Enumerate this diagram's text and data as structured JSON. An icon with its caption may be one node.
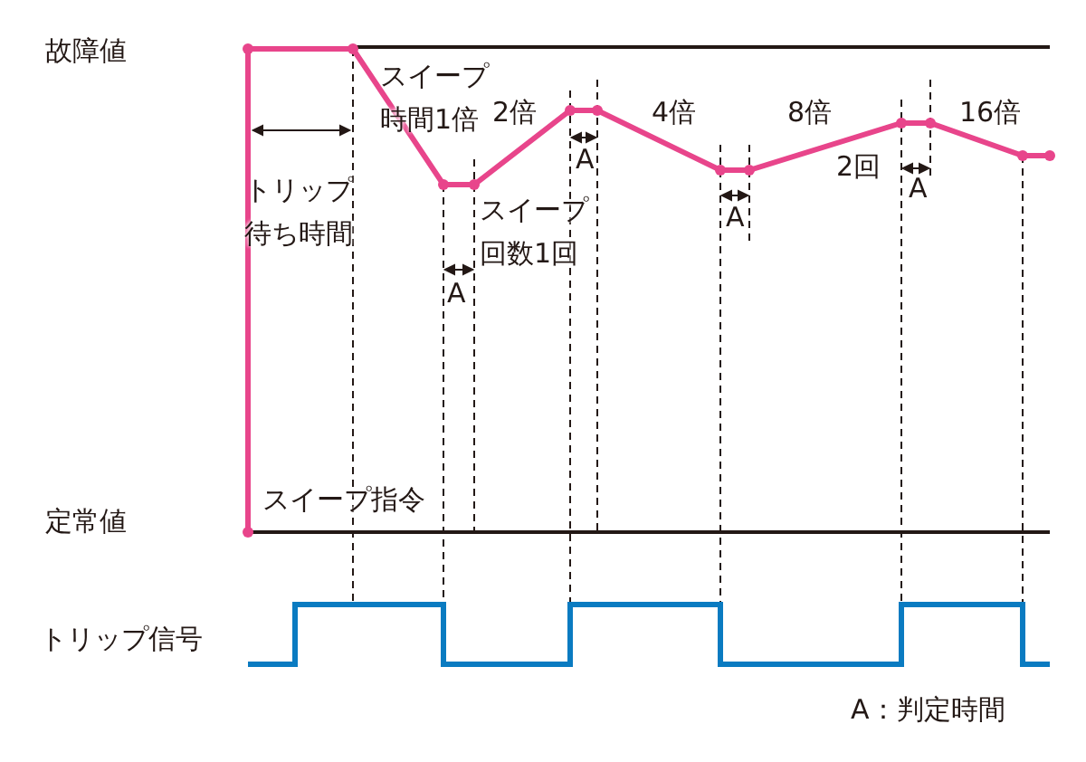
{
  "diagram": {
    "labels": [
      "故障値",
      "スイープ時間1倍",
      "2倍",
      "4倍",
      "8倍",
      "16倍",
      "A",
      "2回",
      "トリップ待ち時間",
      "A",
      "スイープ回数1回",
      "A",
      "A",
      "スイープ指令",
      "定常値",
      "トリップ信号",
      "A：判定時間"
    ]
  }
}
